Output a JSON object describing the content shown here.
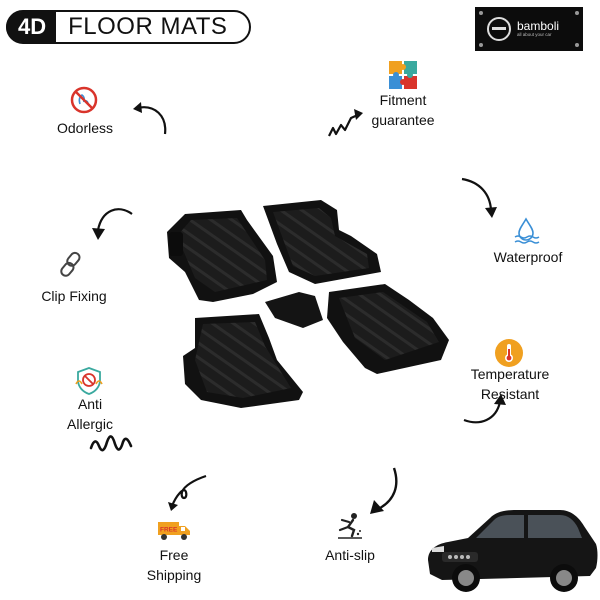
{
  "badge": {
    "tag": "4D",
    "title": "FLOOR MATS"
  },
  "logo": {
    "brand": "bamboli",
    "tagline": "all about your car"
  },
  "features": {
    "odorless": "Odorless",
    "fitment": {
      "line1": "Fitment",
      "line2": "guarantee"
    },
    "waterproof": "Waterproof",
    "temperature": {
      "line1": "Temperature",
      "line2": "Resistant"
    },
    "clip": "Clip Fixing",
    "allergic": {
      "line1": "Anti",
      "line2": "Allergic"
    },
    "shipping": {
      "line1": "Free",
      "line2": "Shipping"
    },
    "antislip": "Anti-slip",
    "free_truck_text": "FREE"
  },
  "colors": {
    "ink": "#111111",
    "mat": "#1b1b1b",
    "accent_orange": "#f0a020",
    "accent_blue": "#3a8fd6",
    "accent_red": "#d9342b",
    "accent_teal": "#3aa99f"
  }
}
